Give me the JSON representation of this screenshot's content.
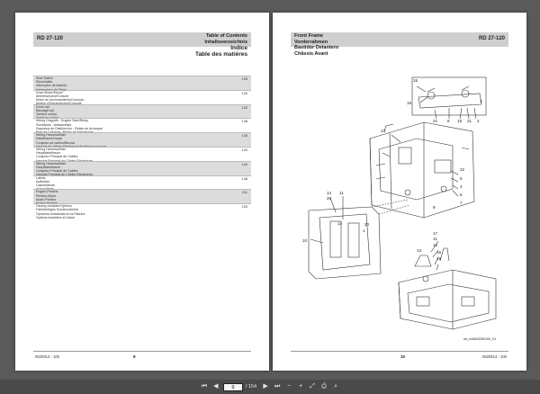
{
  "left_page": {
    "model": "RD 27-120",
    "titles": [
      "Table of Contents",
      "Inhaltsverzeichnis",
      "Indice",
      "Table des matières"
    ],
    "entries": [
      {
        "lines": [
          "Seat Switch",
          "Sitzschalter",
          "Interruptor de Asiento",
          "Interrupteur de Siège"
        ],
        "page": "128"
      },
      {
        "lines": [
          "Drive Motor/Mount",
          "Antriebsmotor/Konsole",
          "Motor de Accionamiento/Consola",
          "Moteur d'Entraînement/Console"
        ],
        "page": "130"
      },
      {
        "lines": [
          "Drum cpl.",
          "Bandage kpl.",
          "Tambor compl.",
          "Tambour compl."
        ],
        "page": "132"
      },
      {
        "lines": [
          "Wiring Diagram - Engine Start/Relay",
          "Schaltplan - Anlassrelais",
          "Esquema de Distribución - Relais de Arranque",
          "Plan de Câblage - Relais de Démarrage"
        ],
        "page": "138"
      },
      {
        "lines": [
          "Wiring Harness/Main",
          "Kabelbaum/Haupt",
          "Conjunto de cables/Bocina",
          "Harnais de câbles électriques/Avertisseur sonore"
        ],
        "page": "138"
      },
      {
        "lines": [
          "Wiring Harness/Main",
          "Hauptkabelbaum",
          "Conjunto Principal de Cables",
          "Harnais Principal de Câbles Électriques"
        ],
        "page": "140"
      },
      {
        "lines": [
          "Wiring Harness/Main",
          "Hauptkabelbaum",
          "Conjunto Principal de Cables",
          "Harnais Principal de Câbles Électriques"
        ],
        "page": "144"
      },
      {
        "lines": [
          "Labels",
          "Aufkleber",
          "Calcomanías",
          "Autocollants"
        ],
        "page": "148"
      },
      {
        "lines": [
          "Engine-Perkins",
          "Perkins-Motor",
          "Motor Perkins",
          "Moteur Perkins"
        ],
        "page": "151"
      },
      {
        "lines": [
          "Factory-Installed Options",
          "Fabrikfertiges Sonderzubehör",
          "Opciones Instaladas en la Fábrica",
          "Options Installées à l'Usine"
        ],
        "page": "153"
      }
    ],
    "footer_code": "0620913 - 100",
    "page_number": "9"
  },
  "right_page": {
    "titles": [
      "Front Frame",
      "Vorderrahmen",
      "Bastidor Delantero",
      "Châssis Avant"
    ],
    "model": "RD 27-120",
    "callouts": [
      "15",
      "19",
      "3",
      "21",
      "8",
      "19",
      "21",
      "2",
      "23",
      "22",
      "5",
      "4",
      "6",
      "7",
      "9",
      "14",
      "20",
      "11",
      "14",
      "20",
      "1",
      "10",
      "17",
      "11",
      "12",
      "16",
      "18",
      "13"
    ],
    "figure_code": "wc_ex0620260100_01",
    "footer_code": "0620913 - 100",
    "page_number": "10"
  },
  "toolbar": {
    "current_page": "9",
    "total_pages": "/ 154",
    "icons": [
      "first-page-icon",
      "previous-page-icon",
      "next-page-icon",
      "last-page-icon",
      "zoom-out-icon",
      "zoom-in-icon",
      "fit-page-icon",
      "print-icon",
      "search-icon"
    ]
  }
}
